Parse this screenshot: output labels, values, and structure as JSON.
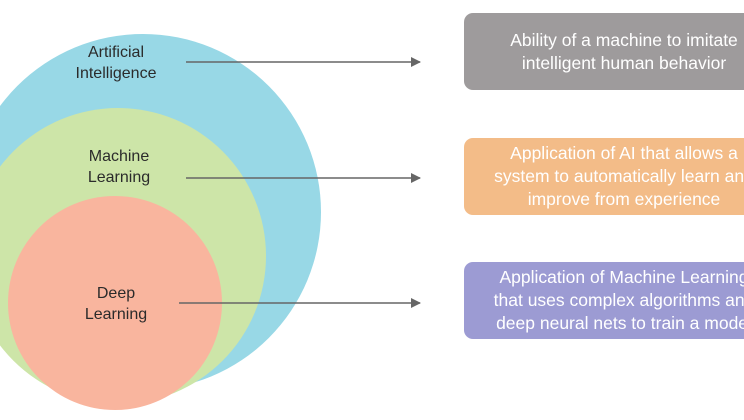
{
  "layers": [
    {
      "name": "Artificial\nIntelligence",
      "description": "Ability of a machine to imitate\nintelligent human behavior",
      "circle_color": "#98d8e6",
      "box_color": "#9e9b9c"
    },
    {
      "name": "Machine\nLearning",
      "description": "Application of AI that allows a\nsystem to automatically learn and\nimprove from experience",
      "circle_color": "#cde5a8",
      "box_color": "#f3bc88"
    },
    {
      "name": "Deep\nLearning",
      "description": "Application of Machine Learning\nthat uses complex algorithms and\ndeep neural nets to train a model",
      "circle_color": "#f9b59e",
      "box_color": "#9c9bd3"
    }
  ],
  "arrow_color": "#666666"
}
